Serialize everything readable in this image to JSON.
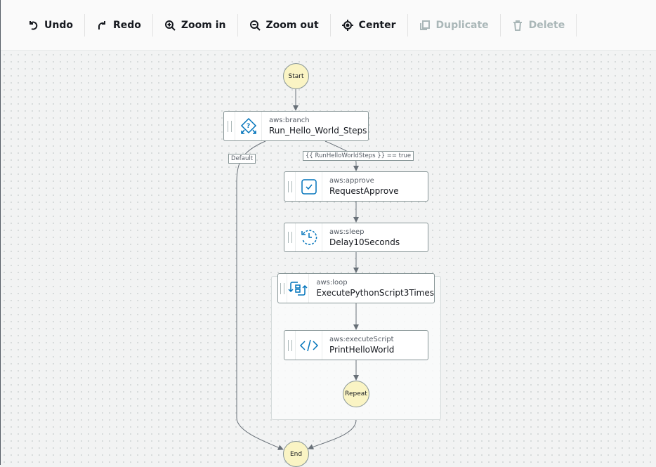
{
  "toolbar": {
    "undo": "Undo",
    "redo": "Redo",
    "zoom_in": "Zoom in",
    "zoom_out": "Zoom out",
    "center": "Center",
    "duplicate": "Duplicate",
    "delete": "Delete"
  },
  "flow": {
    "start": "Start",
    "end": "End",
    "repeat": "Repeat",
    "default_label": "Default",
    "condition_label": "{{ RunHelloWorldSteps }} == true",
    "steps": [
      {
        "type": "aws:branch",
        "name": "Run_Hello_World_Steps",
        "icon": "branch-icon"
      },
      {
        "type": "aws:approve",
        "name": "RequestApprove",
        "icon": "approve-icon"
      },
      {
        "type": "aws:sleep",
        "name": "Delay10Seconds",
        "icon": "sleep-icon"
      },
      {
        "type": "aws:loop",
        "name": "ExecutePythonScript3Times",
        "icon": "loop-icon"
      },
      {
        "type": "aws:executeScript",
        "name": "PrintHelloWorld",
        "icon": "code-icon"
      }
    ]
  },
  "colors": {
    "accent": "#0073bb",
    "node_circle": "#faf4c4",
    "disabled": "#aab7b8"
  }
}
